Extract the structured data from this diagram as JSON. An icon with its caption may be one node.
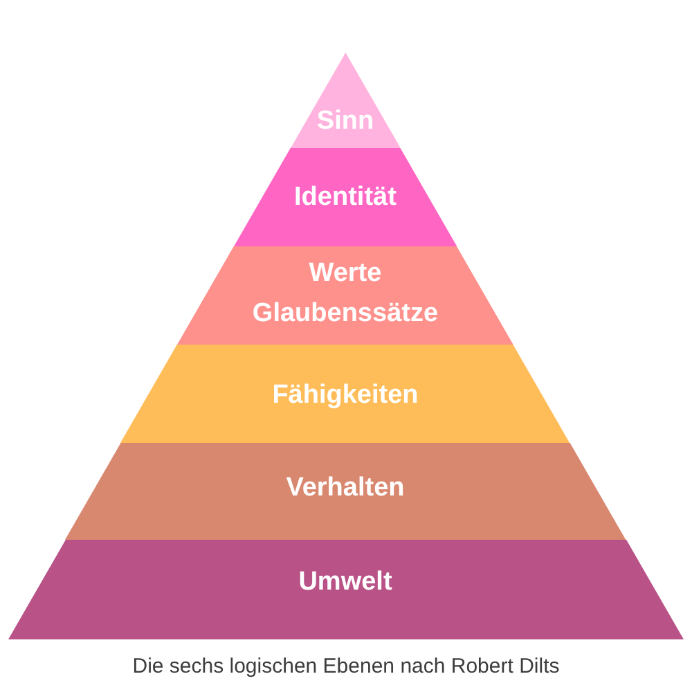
{
  "diagram": {
    "caption": "Die sechs logischen Ebenen nach Robert Dilts",
    "nodes": [
      {
        "text": [
          "Sinn"
        ]
      },
      {
        "text": [
          "Identität"
        ]
      },
      {
        "text": [
          "Werte",
          "Glaubenssätze"
        ]
      },
      {
        "text": [
          "Fähigkeiten"
        ]
      },
      {
        "text": [
          "Verhalten"
        ]
      },
      {
        "text": [
          "Umwelt"
        ]
      }
    ]
  }
}
